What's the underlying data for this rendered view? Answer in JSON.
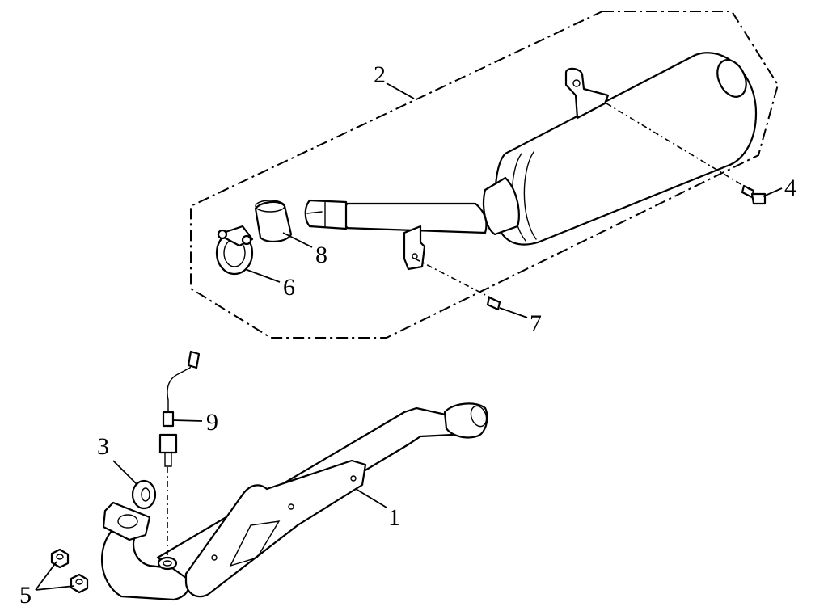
{
  "callouts": [
    {
      "id": "2",
      "text": "2"
    },
    {
      "id": "4",
      "text": "4"
    },
    {
      "id": "8",
      "text": "8"
    },
    {
      "id": "6",
      "text": "6"
    },
    {
      "id": "7",
      "text": "7"
    },
    {
      "id": "9",
      "text": "9"
    },
    {
      "id": "3",
      "text": "3"
    },
    {
      "id": "1",
      "text": "1"
    },
    {
      "id": "5",
      "text": "5"
    }
  ],
  "colors": {
    "line": "#000000",
    "background": "#ffffff"
  }
}
